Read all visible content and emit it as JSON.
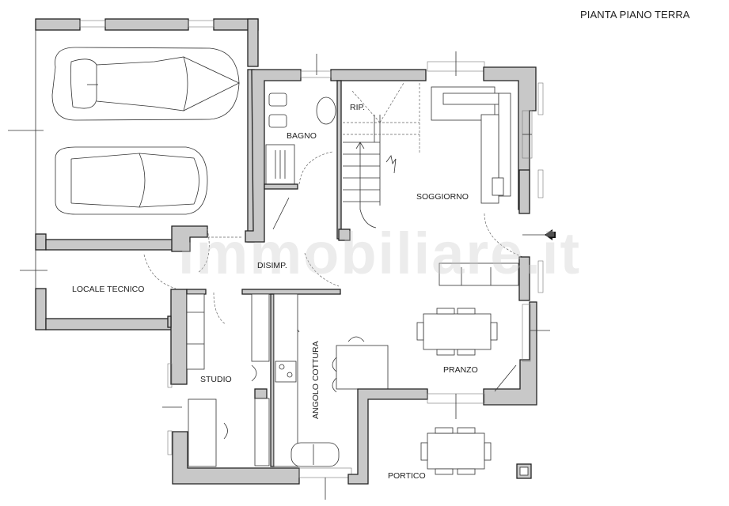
{
  "header": {
    "title": "PIANTA PIANO TERRA"
  },
  "rooms": {
    "bagno": "BAGNO",
    "rip": "RIP.",
    "soggiorno": "SOGGIORNO",
    "disimp": "DISIMP.",
    "locale_tecnico": "LOCALE TECNICO",
    "studio": "STUDIO",
    "angolo_cottura": "ANGOLO COTTURA",
    "pranzo": "PRANZO",
    "portico": "PORTICO"
  },
  "watermark": "immobiliare.it",
  "colors": {
    "wall_fill": "#c8c8c8",
    "line": "#222222",
    "background": "#ffffff"
  },
  "icons": {
    "entrance": "entrance-arrow-icon"
  }
}
